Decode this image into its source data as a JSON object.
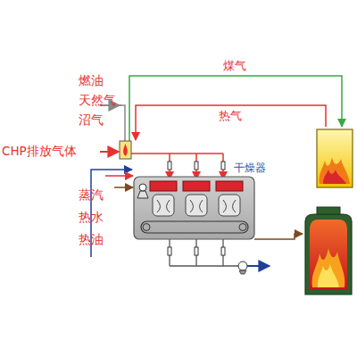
{
  "diagram": {
    "nodes": [
      {
        "text": [
          "干燥器"
        ]
      }
    ],
    "labels": [
      "燃油",
      "天然气",
      "沼气",
      "CHP排放气体",
      "煤气",
      "热气",
      "蒸汽",
      "热水",
      "热油"
    ]
  }
}
